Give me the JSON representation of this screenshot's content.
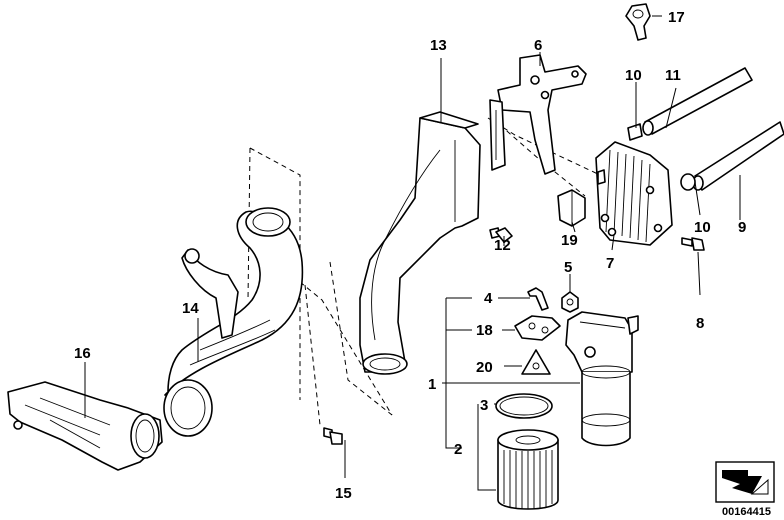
{
  "callouts": {
    "c1": "1",
    "c2": "2",
    "c3": "3",
    "c4": "4",
    "c5": "5",
    "c6": "6",
    "c7": "7",
    "c8": "8",
    "c9": "9",
    "c10a": "10",
    "c10b": "10",
    "c11": "11",
    "c12": "12",
    "c13": "13",
    "c14": "14",
    "c15": "15",
    "c16": "16",
    "c17": "17",
    "c18": "18",
    "c19": "19",
    "c20": "20"
  },
  "doc_id": "00164415"
}
